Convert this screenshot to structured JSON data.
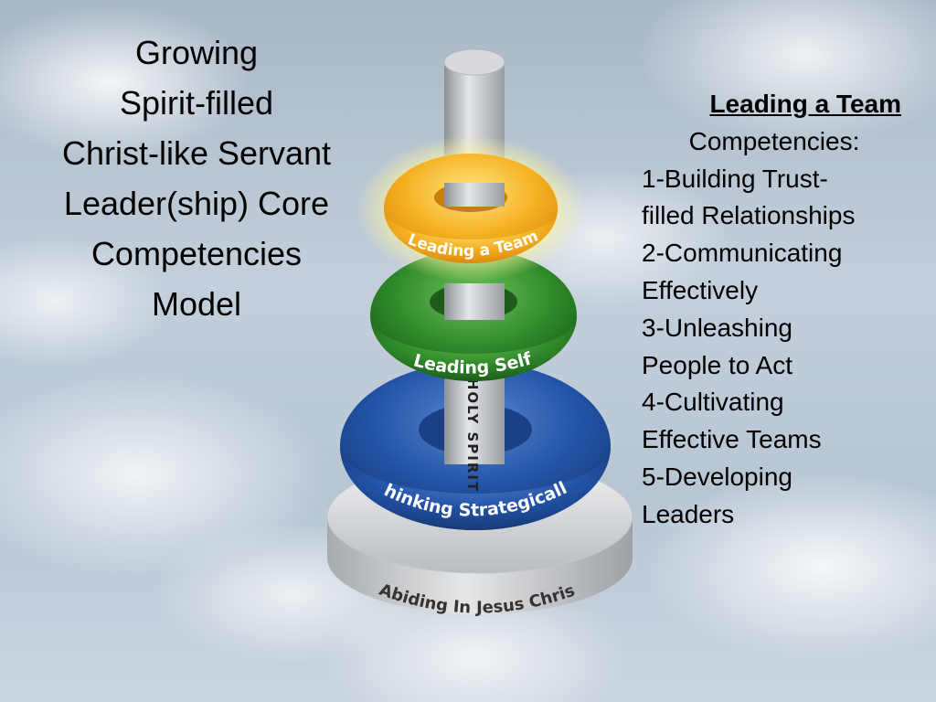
{
  "title_lines": [
    "Growing",
    "Spirit-filled",
    "Christ-like Servant",
    "Leader(ship) Core",
    "Competencies",
    "Model"
  ],
  "pole_text": "EMPOWERING BY THE HOLY SPIRIT",
  "rings": {
    "team": "Leading a Team",
    "self": "Leading Self",
    "strategic": "Thinking Strategically",
    "base": "Abiding In Jesus Christ"
  },
  "panel": {
    "heading": "Leading a Team",
    "subheading": "Competencies:",
    "lines": [
      "1-Building Trust-",
      "filled Relationships",
      "2-Communicating",
      "Effectively",
      "3-Unleashing",
      "People to Act",
      "4-Cultivating",
      "Effective Teams",
      "5-Developing",
      "Leaders"
    ]
  },
  "colors": {
    "team_ring": "#f5b021",
    "self_ring": "#2f8a2a",
    "strategic_ring": "#1f4fa0",
    "base_disc": "#d9dbdd",
    "pole": "#c9ccd0"
  }
}
